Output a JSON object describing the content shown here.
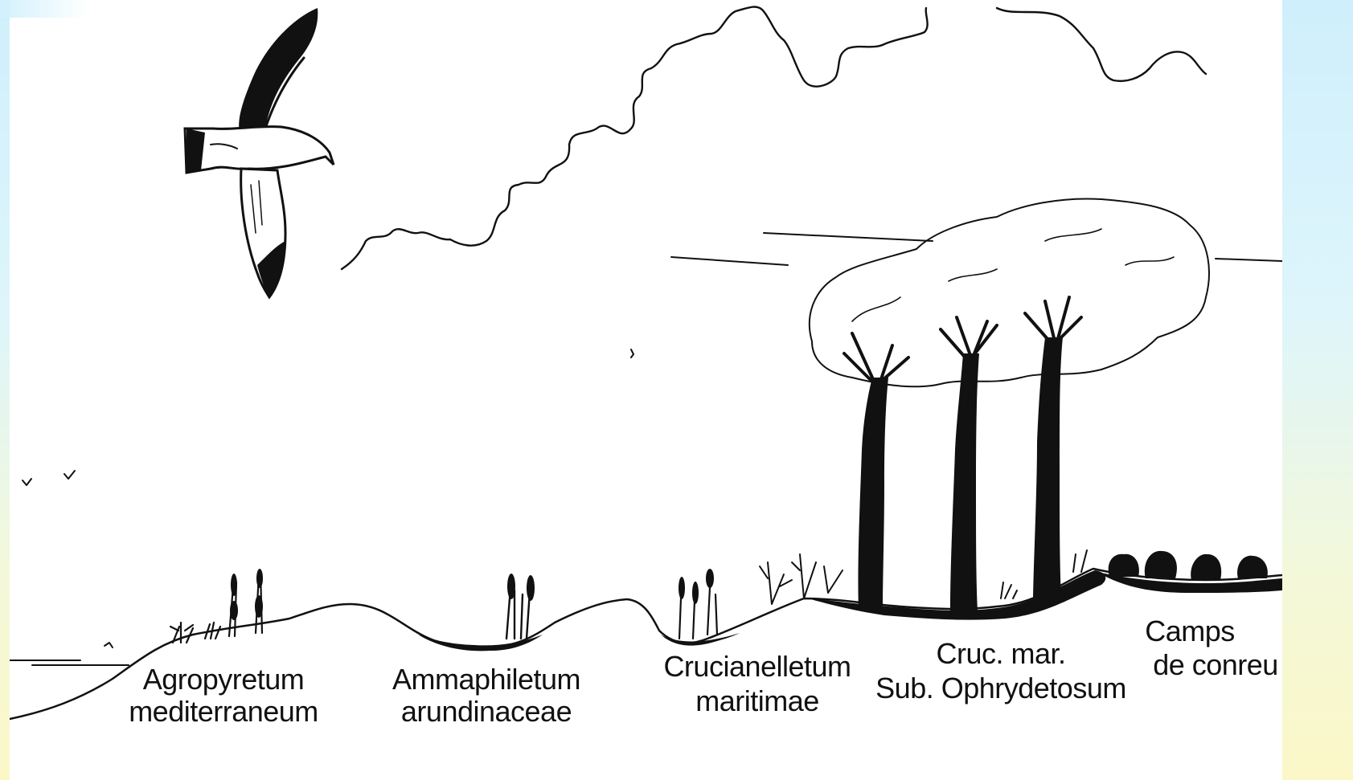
{
  "colors": {
    "ink": "#111111",
    "background": "#ffffff",
    "side_strip_top": "#cfeffc",
    "side_strip_bottom": "#fbf7c8"
  },
  "zones": [
    {
      "line1": "Agropyretum",
      "line2": "mediterraneum"
    },
    {
      "line1": "Ammaphiletum",
      "line2": "arundinaceae"
    },
    {
      "line1": "Crucianelletum",
      "line2": "maritimae"
    },
    {
      "line1": "Cruc. mar.",
      "line2": "Sub. Ophrydetosum"
    },
    {
      "line1": "Camps",
      "line2": "de conreu"
    }
  ],
  "icons": [
    "gull-icon",
    "cloud-icon",
    "tree-icon",
    "grass-tuft-icon",
    "shrub-icon",
    "small-bird-icon"
  ]
}
